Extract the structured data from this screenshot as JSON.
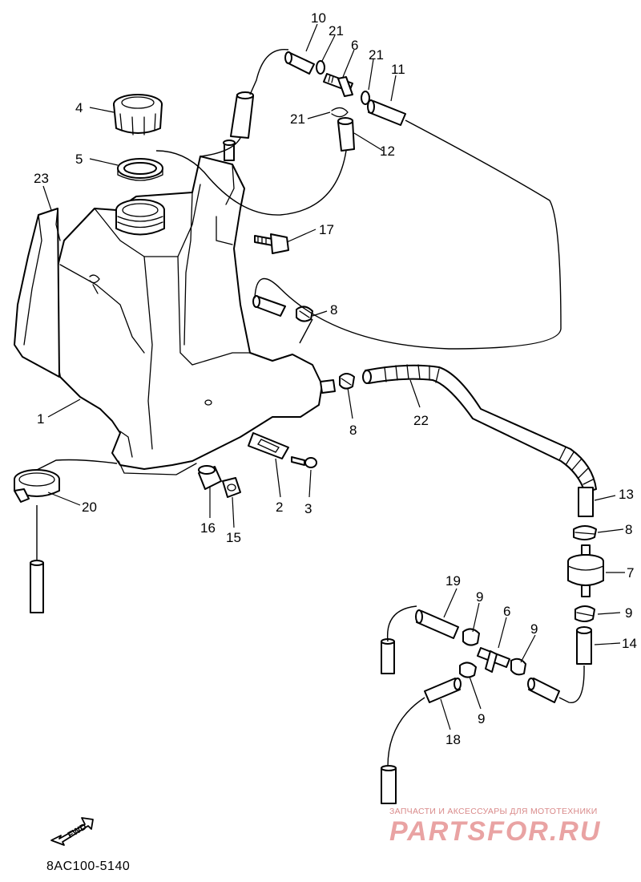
{
  "diagram": {
    "code": "8AC100-5140",
    "watermark_line1": "ЗАПЧАСТИ И АКСЕССУАРЫ ДЛЯ МОТОТЕХНИКИ",
    "watermark_line2": "PARTSFOR.RU",
    "fwd_label": "FWD",
    "callouts": [
      {
        "id": "c10",
        "text": "10"
      },
      {
        "id": "c21a",
        "text": "21"
      },
      {
        "id": "c6a",
        "text": "6"
      },
      {
        "id": "c21b",
        "text": "21"
      },
      {
        "id": "c11",
        "text": "11"
      },
      {
        "id": "c4",
        "text": "4"
      },
      {
        "id": "c21c",
        "text": "21"
      },
      {
        "id": "c12",
        "text": "12"
      },
      {
        "id": "c5",
        "text": "5"
      },
      {
        "id": "c23",
        "text": "23"
      },
      {
        "id": "c17",
        "text": "17"
      },
      {
        "id": "c8a",
        "text": "8"
      },
      {
        "id": "c8b",
        "text": "8"
      },
      {
        "id": "c22",
        "text": "22"
      },
      {
        "id": "c1",
        "text": "1"
      },
      {
        "id": "c20",
        "text": "20"
      },
      {
        "id": "c16",
        "text": "16"
      },
      {
        "id": "c15",
        "text": "15"
      },
      {
        "id": "c2",
        "text": "2"
      },
      {
        "id": "c3",
        "text": "3"
      },
      {
        "id": "c13",
        "text": "13"
      },
      {
        "id": "c8c",
        "text": "8"
      },
      {
        "id": "c7",
        "text": "7"
      },
      {
        "id": "c9a",
        "text": "9"
      },
      {
        "id": "c19",
        "text": "19"
      },
      {
        "id": "c9b",
        "text": "9"
      },
      {
        "id": "c6b",
        "text": "6"
      },
      {
        "id": "c9c",
        "text": "9"
      },
      {
        "id": "c14",
        "text": "14"
      },
      {
        "id": "c9d",
        "text": "9"
      },
      {
        "id": "c18",
        "text": "18"
      }
    ]
  }
}
